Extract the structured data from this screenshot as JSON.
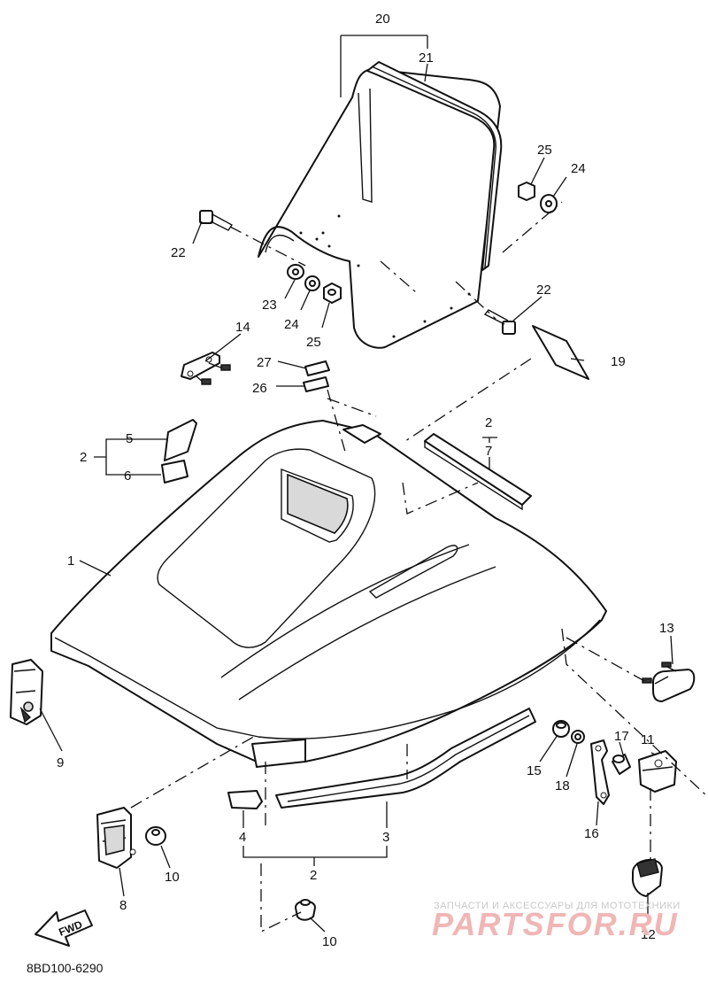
{
  "callouts": {
    "c1": "1",
    "c2a": "2",
    "c2b": "2",
    "c2c": "2",
    "c3": "3",
    "c4": "4",
    "c5": "5",
    "c6": "6",
    "c7": "7",
    "c8": "8",
    "c9": "9",
    "c10a": "10",
    "c10b": "10",
    "c11": "11",
    "c12": "12",
    "c13": "13",
    "c14": "14",
    "c15": "15",
    "c16": "16",
    "c17": "17",
    "c18": "18",
    "c19": "19",
    "c20": "20",
    "c21": "21",
    "c22a": "22",
    "c22b": "22",
    "c23": "23",
    "c24a": "24",
    "c24b": "24",
    "c25a": "25",
    "c25b": "25",
    "c26": "26",
    "c27": "27"
  },
  "fwd_label": "FWD",
  "drawing_code": "8BD100-6290",
  "watermark": {
    "tagline": "ЗАПЧАСТИ И АКСЕССУАРЫ ДЛЯ МОТОТЕХНИКИ",
    "brand": "PARTSFOR.RU"
  }
}
